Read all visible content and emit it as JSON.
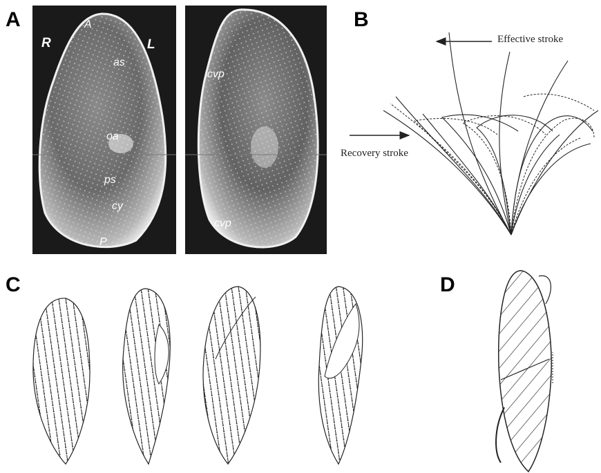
{
  "panels": {
    "a": {
      "label": "A"
    },
    "b": {
      "label": "B"
    },
    "c": {
      "label": "C"
    },
    "d": {
      "label": "D"
    }
  },
  "photo_left": {
    "anterior": "A",
    "right": "R",
    "left": "L",
    "as": "as",
    "oa": "oa",
    "ps": "ps",
    "cy": "cy",
    "posterior": "P"
  },
  "photo_right": {
    "cvp_top": "cvp",
    "cvp_bottom": "cvp"
  },
  "stroke_diagram": {
    "effective": "Effective stroke",
    "recovery": "Recovery stroke"
  },
  "colors": {
    "photo_bg": "#1a1a1a",
    "cell": "#cfcfcf",
    "ink": "#222222"
  }
}
